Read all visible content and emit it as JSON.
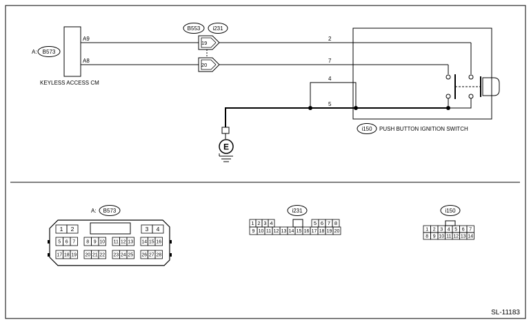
{
  "diagram": {
    "cm_label": "KEYLESS ACCESS CM",
    "cm_connector_prefix": "A:",
    "cm_connector": "B573",
    "cm_pins": [
      "A9",
      "A8"
    ],
    "joint_connectors": [
      "B553",
      "i231"
    ],
    "joint_pins": [
      "19",
      "20"
    ],
    "switch_pins": [
      "2",
      "7",
      "4",
      "5"
    ],
    "switch_connector": "i150",
    "switch_label": "PUSH BUTTON IGNITION SWITCH",
    "ground_symbol": "E"
  },
  "connectors": {
    "b573": {
      "prefix": "A:",
      "name": "B573",
      "row1": [
        "1",
        "2",
        "3",
        "4"
      ],
      "row2": [
        "5",
        "6",
        "7",
        "8",
        "9",
        "10",
        "11",
        "12",
        "13",
        "14",
        "15",
        "16"
      ],
      "row3": [
        "17",
        "18",
        "19",
        "20",
        "21",
        "22",
        "23",
        "24",
        "25",
        "26",
        "27",
        "28"
      ]
    },
    "i231": {
      "name": "i231",
      "row1": [
        "1",
        "2",
        "3",
        "4",
        "5",
        "6",
        "7",
        "8"
      ],
      "row2": [
        "9",
        "10",
        "11",
        "12",
        "13",
        "14",
        "15",
        "16",
        "17",
        "18",
        "19",
        "20"
      ]
    },
    "i150": {
      "name": "i150",
      "row1": [
        "1",
        "2",
        "3",
        "4",
        "5",
        "6",
        "7"
      ],
      "row2": [
        "8",
        "9",
        "10",
        "11",
        "12",
        "13",
        "14"
      ]
    }
  },
  "footer": {
    "code": "SL-11183"
  }
}
